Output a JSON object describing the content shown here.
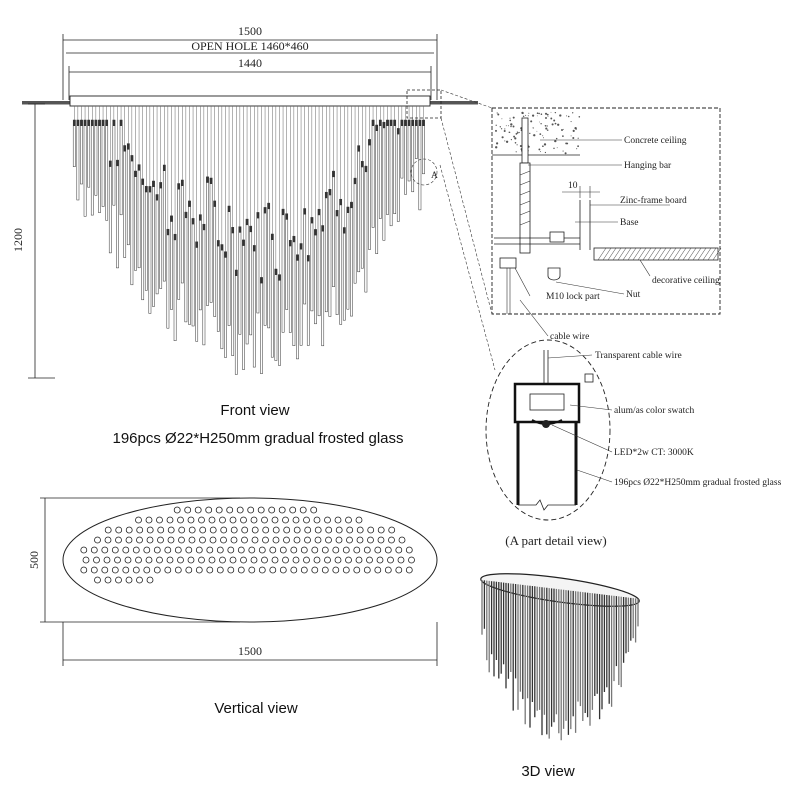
{
  "front_view": {
    "dim_overall": "1500",
    "dim_open_hole": "OPEN HOLE 1460*460",
    "dim_canopy": "1440",
    "dim_height": "1200",
    "detail_marker": "A",
    "caption": "Front view",
    "subcaption": "196pcs Ø22*H250mm gradual frosted glass"
  },
  "ceiling_detail": {
    "labels": [
      "Concrete ceiling",
      "Hanging bar",
      "Zinc-frame board",
      "Base",
      "decorative ceiling",
      "Nut",
      "M10 lock part",
      "cable wire"
    ],
    "gap_dim": "10"
  },
  "part_detail": {
    "labels": [
      "Transparent cable wire",
      "alum/as color swatch",
      "LED*2w CT: 3000K",
      "196pcs Ø22*H250mm gradual frosted glass"
    ],
    "caption": "(A part detail view)"
  },
  "vertical_view": {
    "dim_width": "1500",
    "dim_depth": "500",
    "caption": "Vertical view"
  },
  "view_3d": {
    "caption": "3D view"
  },
  "colors": {
    "line": "#222222",
    "background": "#ffffff"
  }
}
